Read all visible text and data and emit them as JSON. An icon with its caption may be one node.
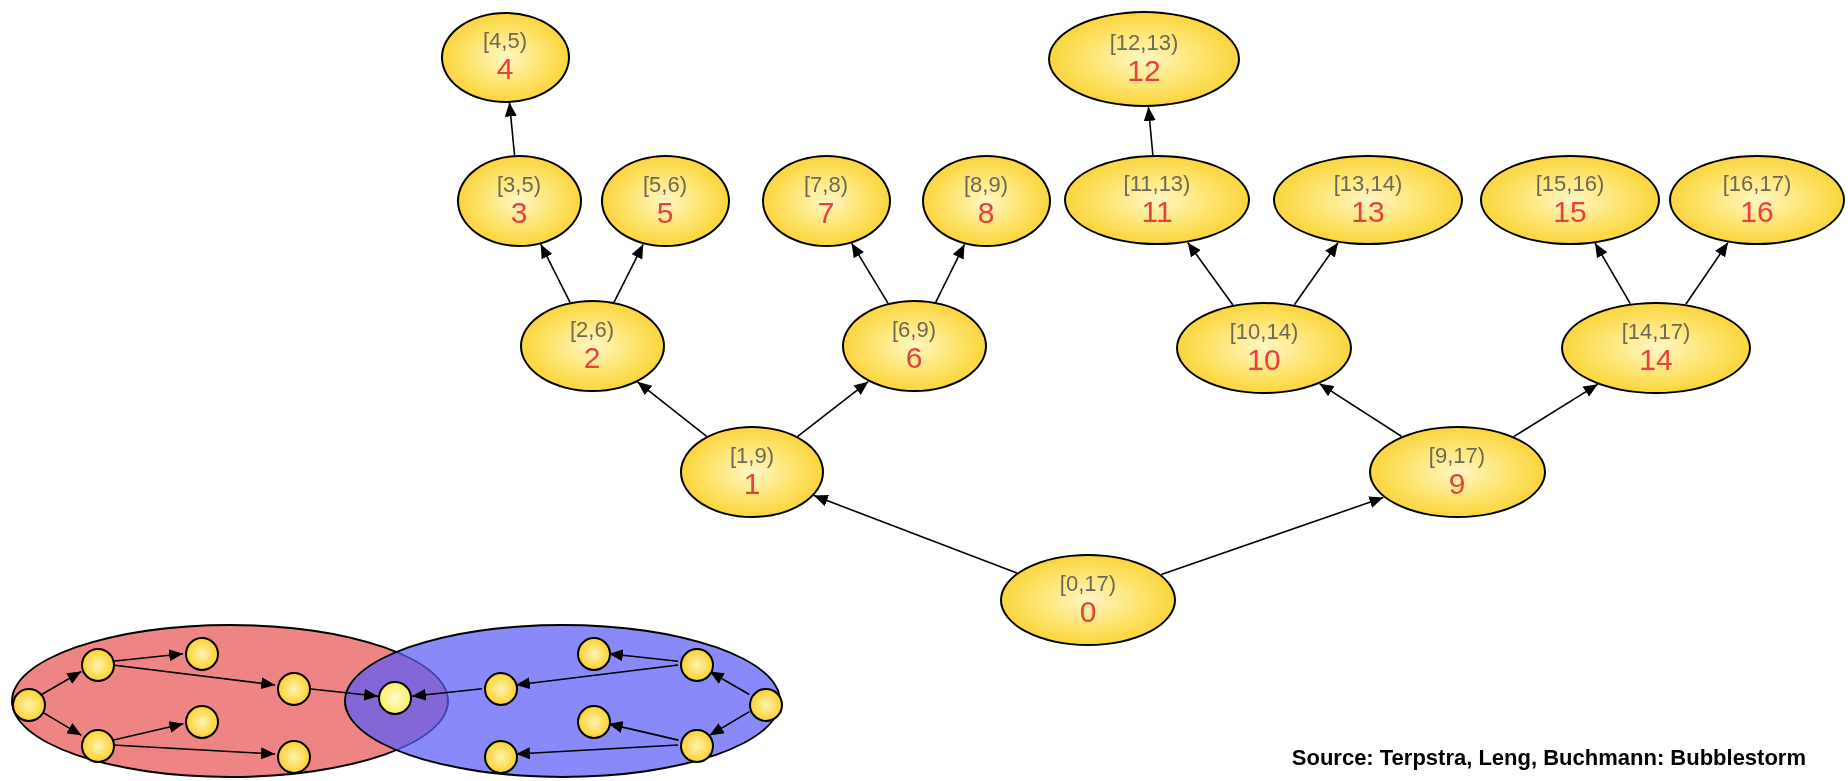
{
  "diagram": {
    "nodes": [
      {
        "text": [
          "[0,17)",
          "0"
        ]
      },
      {
        "text": [
          "[1,9)",
          "1"
        ]
      },
      {
        "text": [
          "[2,6)",
          "2"
        ]
      },
      {
        "text": [
          "[3,5)",
          "3"
        ]
      },
      {
        "text": [
          "[4,5)",
          "4"
        ]
      },
      {
        "text": [
          "[5,6)",
          "5"
        ]
      },
      {
        "text": [
          "[6,9)",
          "6"
        ]
      },
      {
        "text": [
          "[7,8)",
          "7"
        ]
      },
      {
        "text": [
          "[8,9)",
          "8"
        ]
      },
      {
        "text": [
          "[9,17)",
          "9"
        ]
      },
      {
        "text": [
          "[10,14)",
          "10"
        ]
      },
      {
        "text": [
          "[11,13)",
          "11"
        ]
      },
      {
        "text": [
          "[12,13)",
          "12"
        ]
      },
      {
        "text": [
          "[13,14)",
          "13"
        ]
      },
      {
        "text": [
          "[14,17)",
          "14"
        ]
      },
      {
        "text": [
          "[15,16)",
          "15"
        ]
      },
      {
        "text": [
          "[16,17)",
          "16"
        ]
      },
      {
        "text": [],
        "shape": "ellipse"
      },
      {
        "text": [],
        "shape": "ellipse"
      },
      {
        "text": [],
        "shape": "circle",
        "in": 17
      },
      {
        "text": [],
        "shape": "circle",
        "in": 17
      },
      {
        "text": [],
        "shape": "circle",
        "in": 17
      },
      {
        "text": [],
        "shape": "circle",
        "in": 17
      },
      {
        "text": [],
        "shape": "circle",
        "in": 17
      },
      {
        "text": [],
        "shape": "circle",
        "in": 17
      },
      {
        "text": [],
        "shape": "circle",
        "in": 17
      },
      {
        "text": [],
        "shape": "circle"
      },
      {
        "text": [],
        "shape": "circle",
        "in": 18
      },
      {
        "text": [],
        "shape": "circle",
        "in": 18
      },
      {
        "text": [],
        "shape": "circle",
        "in": 18
      },
      {
        "text": [],
        "shape": "circle",
        "in": 18
      },
      {
        "text": [],
        "shape": "circle",
        "in": 18
      },
      {
        "text": [],
        "shape": "circle",
        "in": 18
      },
      {
        "text": [],
        "shape": "circle",
        "in": 18
      }
    ],
    "edges": [
      {
        "from": 0,
        "to": 1,
        "arrow": "to"
      },
      {
        "from": 0,
        "to": 9,
        "arrow": "to"
      },
      {
        "from": 1,
        "to": 2,
        "arrow": "to"
      },
      {
        "from": 1,
        "to": 6,
        "arrow": "to"
      },
      {
        "from": 2,
        "to": 3,
        "arrow": "to"
      },
      {
        "from": 2,
        "to": 5,
        "arrow": "to"
      },
      {
        "from": 3,
        "to": 4,
        "arrow": "to"
      },
      {
        "from": 6,
        "to": 7,
        "arrow": "to"
      },
      {
        "from": 6,
        "to": 8,
        "arrow": "to"
      },
      {
        "from": 9,
        "to": 10,
        "arrow": "to"
      },
      {
        "from": 9,
        "to": 14,
        "arrow": "to"
      },
      {
        "from": 10,
        "to": 11,
        "arrow": "to"
      },
      {
        "from": 10,
        "to": 13,
        "arrow": "to"
      },
      {
        "from": 11,
        "to": 12,
        "arrow": "to"
      },
      {
        "from": 14,
        "to": 15,
        "arrow": "to"
      },
      {
        "from": 14,
        "to": 16,
        "arrow": "to"
      },
      {
        "from": 19,
        "to": 20,
        "arrow": "to"
      },
      {
        "from": 19,
        "to": 21,
        "arrow": "to"
      },
      {
        "from": 20,
        "to": 22,
        "arrow": "to"
      },
      {
        "from": 20,
        "to": 23,
        "arrow": "to"
      },
      {
        "from": 23,
        "to": 26,
        "arrow": "to"
      },
      {
        "from": 21,
        "to": 24,
        "arrow": "to"
      },
      {
        "from": 21,
        "to": 25,
        "arrow": "to"
      },
      {
        "from": 33,
        "to": 31,
        "arrow": "to"
      },
      {
        "from": 33,
        "to": 32,
        "arrow": "to"
      },
      {
        "from": 31,
        "to": 29,
        "arrow": "to"
      },
      {
        "from": 31,
        "to": 27,
        "arrow": "to"
      },
      {
        "from": 27,
        "to": 26,
        "arrow": "to"
      },
      {
        "from": 32,
        "to": 30,
        "arrow": "to"
      },
      {
        "from": 32,
        "to": 28,
        "arrow": "to"
      }
    ],
    "labels": [
      "Source: Terpstra, Leng, Buchmann: Bubblestorm"
    ]
  }
}
